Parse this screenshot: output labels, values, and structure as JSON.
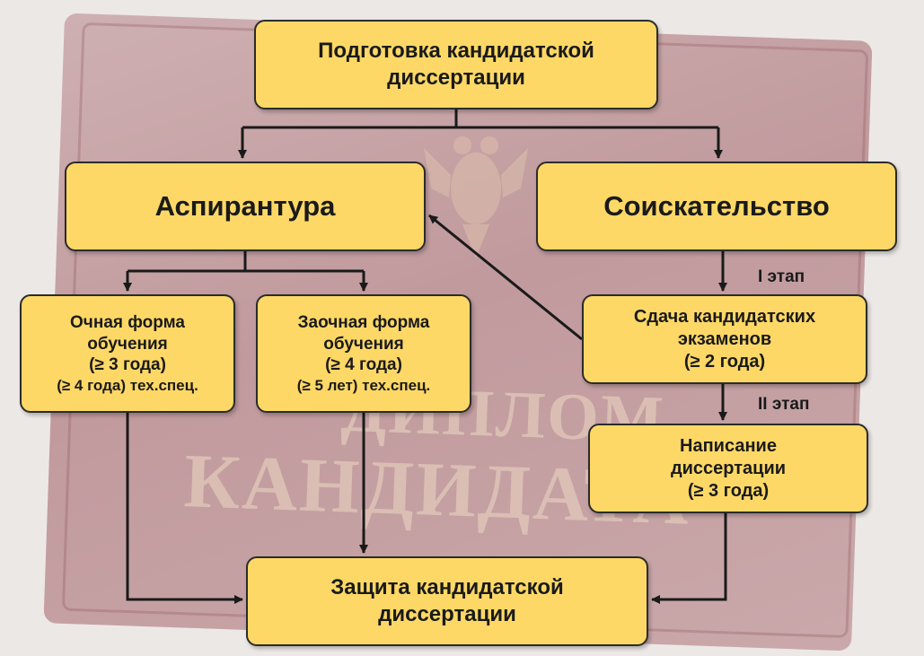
{
  "diagram": {
    "top": {
      "lines": [
        "Подготовка кандидатской",
        "диссертации"
      ]
    },
    "aspirantura": {
      "label": "Аспирантура"
    },
    "soiskatelstvo": {
      "label": "Соискательство"
    },
    "ochnaya": {
      "lines": [
        "Очная форма",
        "обучения",
        "(≥ 3 года)",
        "(≥ 4 года) тех.спец."
      ]
    },
    "zaochnaya": {
      "lines": [
        "Заочная форма",
        "обучения",
        "(≥ 4 года)",
        "(≥ 5 лет) тех.спец."
      ]
    },
    "sdacha": {
      "lines": [
        "Сдача кандидатских",
        "экзаменов",
        "(≥ 2 года)"
      ]
    },
    "napisanie": {
      "lines": [
        "Написание",
        "диссертации",
        "(≥ 3 года)"
      ]
    },
    "zashchita": {
      "lines": [
        "Защита кандидатской",
        "диссертации"
      ]
    },
    "stage1": "I этап",
    "stage2": "II этап"
  },
  "background": {
    "word1": "ДИПЛОМ",
    "word2": "КАНДИДАТА"
  },
  "colors": {
    "box_fill": "#fdd866",
    "box_border": "#2b2b2b",
    "arrow": "#1a1a1a"
  }
}
